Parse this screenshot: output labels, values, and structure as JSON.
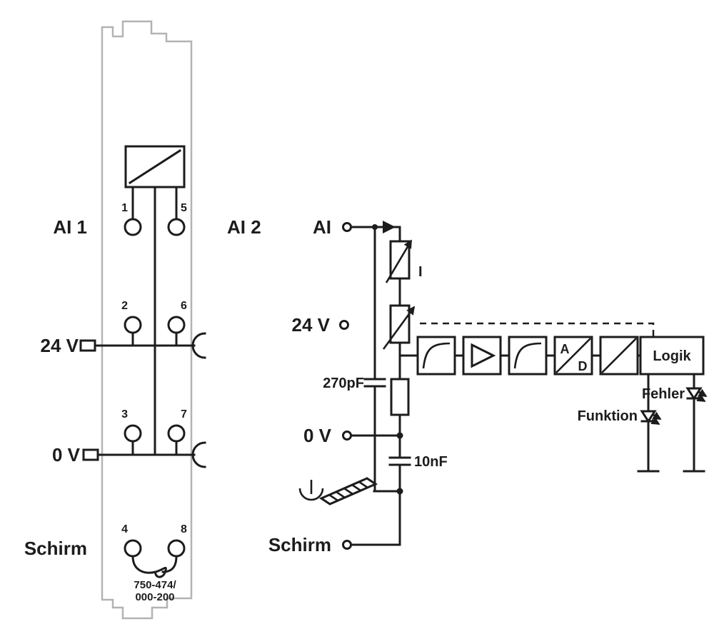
{
  "module": {
    "label_ai1": "AI 1",
    "label_ai2": "AI 2",
    "label_24v": "24 V",
    "label_0v": "0 V",
    "label_schirm": "Schirm",
    "part_number_line1": "750-474/",
    "part_number_line2": "000-200",
    "terminals": [
      "1",
      "5",
      "2",
      "6",
      "3",
      "7",
      "4",
      "8"
    ]
  },
  "schematic": {
    "label_ai": "AI",
    "label_24v": "24 V",
    "label_0v": "0 V",
    "label_schirm": "Schirm",
    "label_current": "I",
    "cap_input": "270pF",
    "cap_shield": "10nF",
    "logic_block": "Logik",
    "adc_a": "A",
    "adc_d": "D",
    "led_funktion": "Funktion",
    "led_fehler": "Fehler"
  },
  "colors": {
    "line": "#1c1c1c",
    "module_outline": "#b3b3b3",
    "background": "#ffffff"
  }
}
